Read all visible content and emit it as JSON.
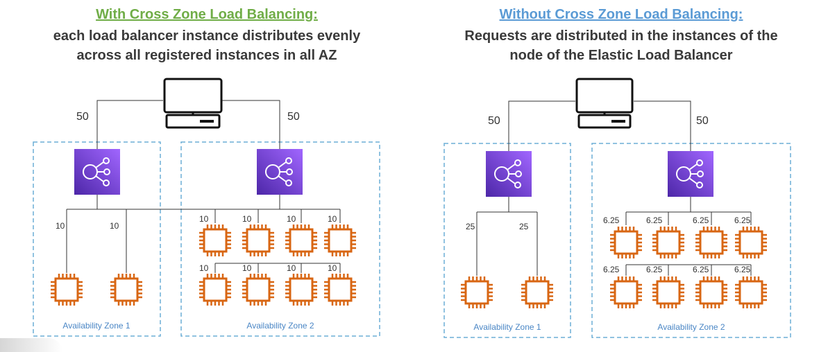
{
  "colors": {
    "accent_left": "#70ad47",
    "accent_right": "#5b9bd5",
    "zone_border": "#6baed6",
    "zone_label": "#4a86c5",
    "lb_gradient_start": "#4d27a8",
    "lb_gradient_end": "#a166ff",
    "instance_color": "#d86613",
    "line_color": "#333333"
  },
  "icons": {
    "client": "computer-icon",
    "load_balancer": "elastic-load-balancer-icon",
    "instance": "ec2-instance-chip-icon"
  },
  "left_panel": {
    "title": "With Cross Zone Load Balancing:",
    "subtitle_lines": [
      "each load balancer instance distributes evenly",
      "across all registered instances in all AZ"
    ],
    "client_to_zone_weights": [
      "50",
      "50"
    ],
    "zone1": {
      "label": "Availability Zone 1",
      "instance_weights": [
        "10",
        "10"
      ]
    },
    "zone2": {
      "label": "Availability Zone 2",
      "instance_weights": [
        "10",
        "10",
        "10",
        "10",
        "10",
        "10",
        "10",
        "10"
      ]
    }
  },
  "right_panel": {
    "title": "Without Cross Zone Load Balancing:",
    "subtitle_lines": [
      "Requests are distributed in the instances of the",
      "node of the Elastic Load Balancer"
    ],
    "client_to_zone_weights": [
      "50",
      "50"
    ],
    "zone1": {
      "label": "Availability Zone 1",
      "instance_weights": [
        "25",
        "25"
      ]
    },
    "zone2": {
      "label": "Availability Zone 2",
      "instance_weights": [
        "6.25",
        "6.25",
        "6.25",
        "6.25",
        "6.25",
        "6.25",
        "6.25",
        "6.25"
      ]
    }
  }
}
